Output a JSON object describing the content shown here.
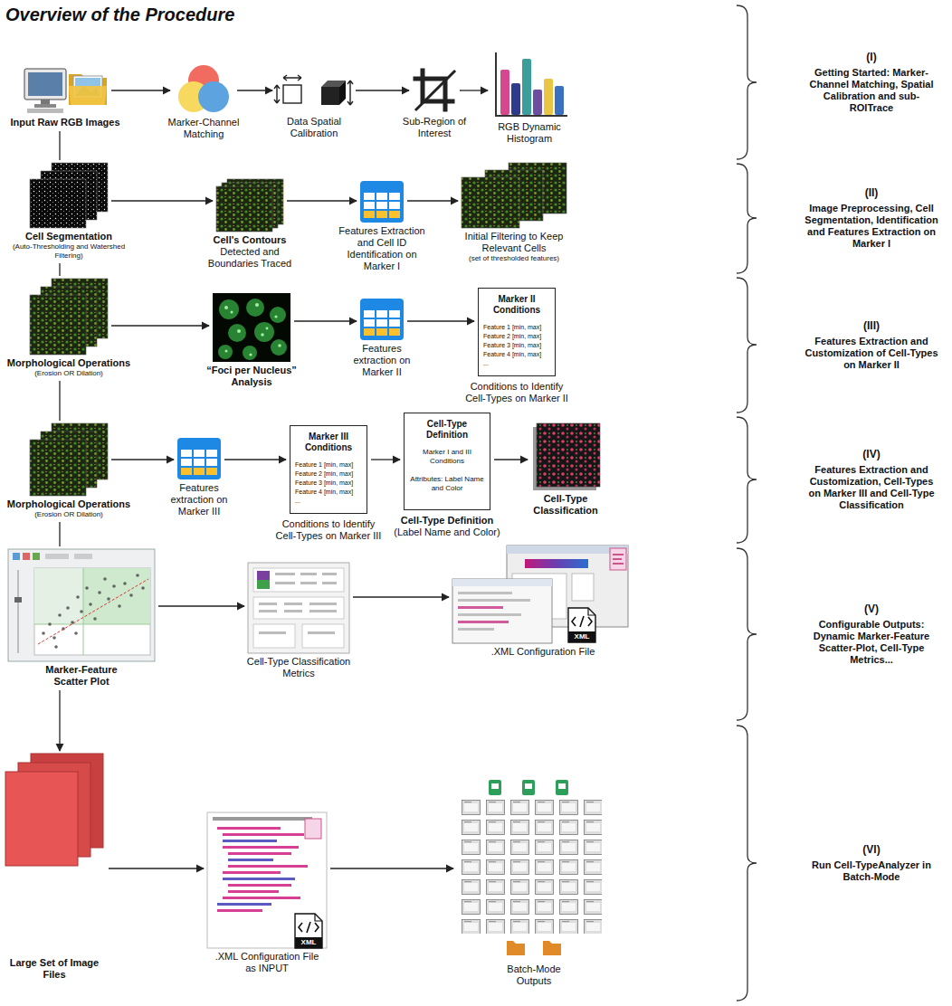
{
  "diagram": {
    "title": "Overview of the Procedure",
    "nodes": [
      {
        "text": [
          "Input Raw RGB Images"
        ]
      },
      {
        "text": [
          "Marker-Channel Matching"
        ]
      },
      {
        "text": [
          "Data Spatial Calibration"
        ]
      },
      {
        "text": [
          "Sub-Region of Interest"
        ]
      },
      {
        "text": [
          "RGB Dynamic Histogram"
        ]
      },
      {
        "text": [
          "Cell Segmentation",
          "(Auto-Thresholding and Watershed Filtering)"
        ]
      },
      {
        "text": [
          "Cell's Contours",
          "Detected and Boundaries Traced"
        ]
      },
      {
        "text": [
          "Features Extraction and Cell ID Identification on Marker I"
        ]
      },
      {
        "text": [
          "Initial Filtering to Keep Relevant Cells",
          "(set of thresholded features)"
        ]
      },
      {
        "text": [
          "Morphological Operations",
          "(Erosion OR Dilation)"
        ]
      },
      {
        "text": [
          "“Foci per Nucleus” Analysis"
        ]
      },
      {
        "text": [
          "Features extraction on Marker II"
        ]
      },
      {
        "text": [
          "Marker II Conditions",
          "Feature 1 [min, max]",
          "Feature 2 [min, max]",
          "Feature 3 [min, max]",
          "Feature 4 [min, max]",
          "...",
          "Conditions to Identify Cell-Types on Marker II"
        ]
      },
      {
        "text": [
          "Morphological Operations",
          "(Erosion OR Dilation)"
        ]
      },
      {
        "text": [
          "Features extraction on Marker III"
        ]
      },
      {
        "text": [
          "Marker III Conditions",
          "Feature 1 [min, max]",
          "Feature 2 [min, max]",
          "Feature 3 [min, max]",
          "Feature 4 [min, max]",
          "...",
          "Conditions to Identify Cell-Types on Marker III"
        ]
      },
      {
        "text": [
          "Cell-Type Definition",
          "Marker I and III Conditions",
          "Attributes: Label Name and Color",
          "Cell-Type Definition",
          "(Label Name and Color)"
        ]
      },
      {
        "text": [
          "Cell-Type Classification"
        ]
      },
      {
        "text": [
          "Marker-Feature Scatter Plot"
        ]
      },
      {
        "text": [
          "Cell-Type Classification Metrics"
        ]
      },
      {
        "text": [
          ".XML Configuration File"
        ]
      },
      {
        "text": [
          "Large Set of Image Files"
        ]
      },
      {
        "text": [
          ".XML Configuration File as INPUT"
        ]
      },
      {
        "text": [
          "Batch-Mode Outputs"
        ]
      }
    ],
    "edges": [
      {
        "from": 0,
        "to": 1,
        "arrow": "to"
      },
      {
        "from": 1,
        "to": 2,
        "arrow": "to"
      },
      {
        "from": 2,
        "to": 3,
        "arrow": "to"
      },
      {
        "from": 3,
        "to": 4,
        "arrow": "to"
      },
      {
        "from": 0,
        "to": 5,
        "arrow": "none"
      },
      {
        "from": 5,
        "to": 6,
        "arrow": "to"
      },
      {
        "from": 6,
        "to": 7,
        "arrow": "to"
      },
      {
        "from": 7,
        "to": 8,
        "arrow": "to"
      },
      {
        "from": 5,
        "to": 9,
        "arrow": "none"
      },
      {
        "from": 9,
        "to": 10,
        "arrow": "to"
      },
      {
        "from": 10,
        "to": 11,
        "arrow": "to"
      },
      {
        "from": 11,
        "to": 12,
        "arrow": "to"
      },
      {
        "from": 9,
        "to": 13,
        "arrow": "none"
      },
      {
        "from": 13,
        "to": 14,
        "arrow": "to"
      },
      {
        "from": 14,
        "to": 15,
        "arrow": "to"
      },
      {
        "from": 15,
        "to": 16,
        "arrow": "to"
      },
      {
        "from": 16,
        "to": 17,
        "arrow": "to"
      },
      {
        "from": 13,
        "to": 18,
        "arrow": "none"
      },
      {
        "from": 18,
        "to": 19,
        "arrow": "to"
      },
      {
        "from": 19,
        "to": 20,
        "arrow": "to"
      },
      {
        "from": 18,
        "to": 21,
        "arrow": "to"
      },
      {
        "from": 21,
        "to": 22,
        "arrow": "to"
      },
      {
        "from": 22,
        "to": 23,
        "arrow": "to"
      }
    ],
    "labels": [
      "(I)",
      "Getting Started: Marker-Channel Matching, Spatial Calibration and sub-ROITrace",
      "(II)",
      "Image Preprocessing, Cell Segmentation, Identification and Features Extraction on Marker I",
      "(III)",
      "Features Extraction and Customization of Cell-Types on Marker II",
      "(IV)",
      "Features Extraction and Customization, Cell-Types on Marker III and Cell-Type Classification",
      "(V)",
      "Configurable Outputs: Dynamic Marker-Feature Scatter-Plot, Cell-Type Metrics...",
      "(VI)",
      "Run Cell-TypeAnalyzer in Batch-Mode",
      "XML",
      "XML"
    ]
  }
}
